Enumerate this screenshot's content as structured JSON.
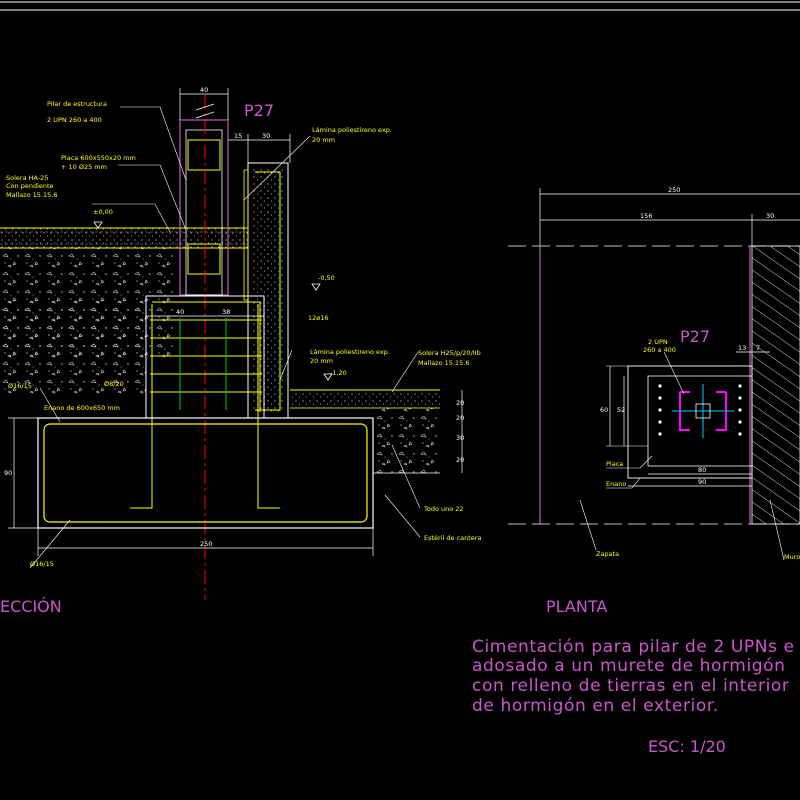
{
  "colors": {
    "background": "#000000",
    "white": "#ffffff",
    "yellow": "#ffff00",
    "magenta": "#ff00ff",
    "violet": "#cc55cc",
    "red": "#ff0000",
    "green": "#00cc00",
    "cyan": "#00ccff",
    "gray": "#a0a0a0"
  },
  "section": {
    "title": "ECCIÓN",
    "column_tag": "P27",
    "dims": {
      "col_width": "40",
      "wall_a": "15",
      "wall_b": "30",
      "ped_a": "40",
      "ped_b": "38",
      "total_width": "250",
      "height": "90",
      "r1": "20",
      "r2": "20",
      "r3": "30",
      "r4": "20"
    },
    "labels": {
      "pilar": "Pilar de estructura",
      "pilar_sub": "2 UPN 260 a 400",
      "placa": "Placa 600x550x20 mm",
      "placa_sub": "+ 10 Ø25 mm",
      "solera": "Solera HA-25",
      "solera_sub": "Con pendiente",
      "solera_sub2": "Mallazo 15.15.6",
      "level0": "±0,00",
      "lamina_top": "Lámina poliestireno exp.",
      "lamina_top_sub": "20 mm",
      "level_050": "-0,50",
      "rebar_12": "12ø16",
      "lamina_low": "Lámina poliestireno exp.",
      "lamina_low_sub": "20 mm",
      "level_120": "-1,20",
      "solera_ext": "Solera H25/p/20/IIb",
      "solera_ext_sub": "Mallazo 15.15.6",
      "rebar_top": "Ø16/15",
      "rebar_mid": "Ø8/20",
      "enano": "Enano de 600x650 mm",
      "todo_uno": "Todo uno 22",
      "esteril": "Estéril de cantera",
      "rebar_bot": "Ø16/15"
    }
  },
  "plan": {
    "title": "PLANTA",
    "column_tag": "P27",
    "dims": {
      "total": "250",
      "left": "156",
      "right": "30",
      "small_a": "13",
      "small_b": "7",
      "h1": "60",
      "h2": "52",
      "bot1": "80",
      "bot2": "90"
    },
    "labels": {
      "upn": "2 UPN",
      "upn_sub": "260 a 400",
      "placa": "Placa",
      "enano": "Enano",
      "zapata": "Zapata",
      "muro": "Muro"
    }
  },
  "description": {
    "line1": "Cimentación para pilar de 2 UPNs e",
    "line2": "adosado a un murete de hormigón",
    "line3": "con relleno de tierras en el interior",
    "line4": "de hormigón en el exterior."
  },
  "scale": "ESC: 1/20"
}
